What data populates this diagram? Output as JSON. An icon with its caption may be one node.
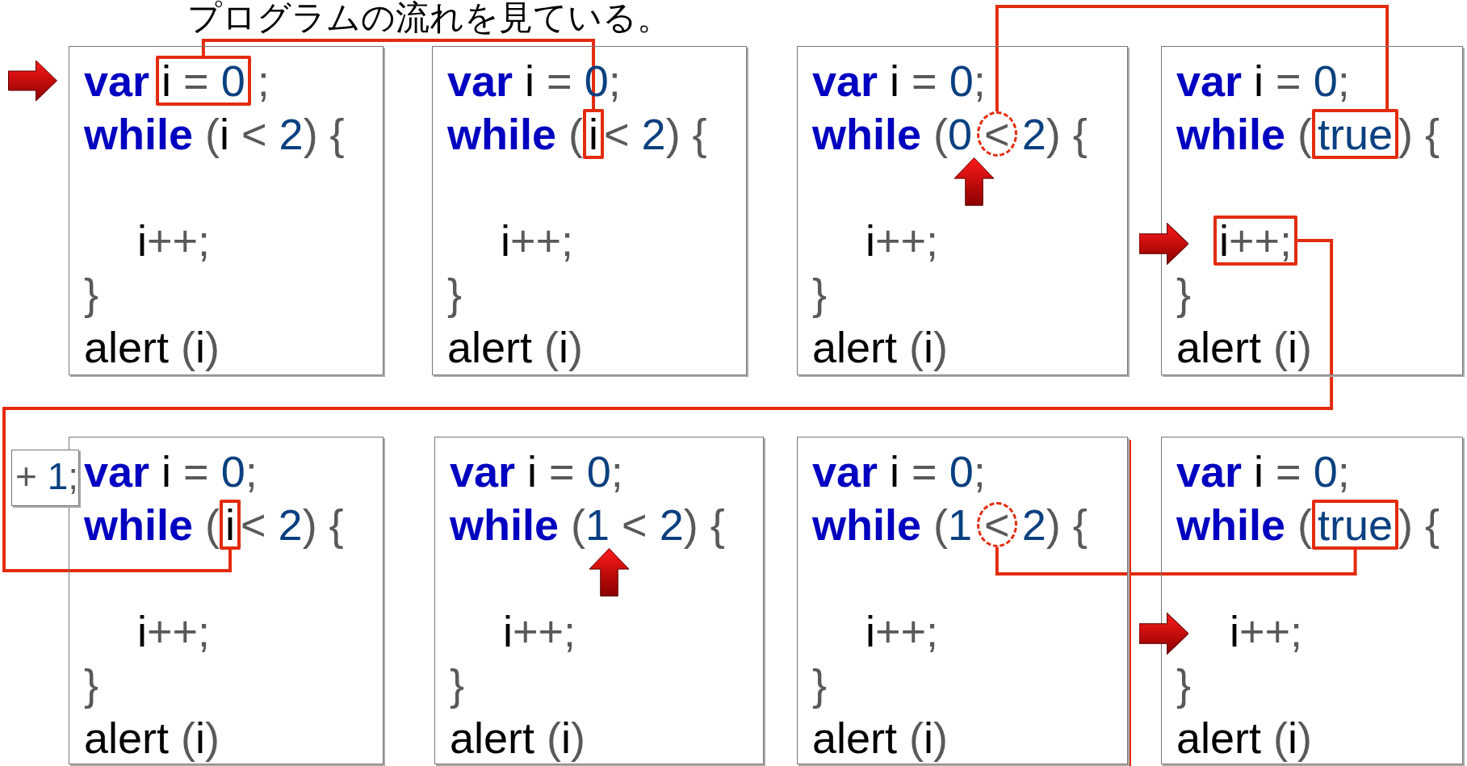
{
  "diagram": {
    "title": "プログラムの流れを見ている。",
    "nodes": [
      {
        "text": [
          "**var**",
          ";",
          "**while** (i < 2) {",
          "i++;",
          "}",
          "alert (i)"
        ]
      },
      {
        "text": [
          "i = 0"
        ],
        "in": 0
      },
      {
        "text": [
          "**var** i = 0;",
          "**while** (",
          "< 2) {",
          "i++;",
          "}",
          "alert (i)"
        ]
      },
      {
        "text": [
          "i"
        ],
        "in": 2
      },
      {
        "text": [
          "**var** i = 0;",
          "**while** (0",
          "2) {",
          "i++;",
          "}",
          "alert (i)"
        ]
      },
      {
        "text": [
          "<"
        ],
        "in": 4
      },
      {
        "text": [
          "**var** i = 0;",
          "**while** (",
          ") {",
          "}",
          "alert (i)"
        ]
      },
      {
        "text": [
          "true"
        ],
        "in": 6
      },
      {
        "text": [
          "i++;"
        ],
        "in": 6
      },
      {
        "text": [
          "+ 1;"
        ]
      },
      {
        "text": [
          "**var** i = 0;",
          "**while** (",
          "< 2) {",
          "i++;",
          "}",
          "alert (i)"
        ]
      },
      {
        "text": [
          "i"
        ],
        "in": 10
      },
      {
        "text": [
          "**var** i = 0;",
          "**while** (1 < 2) {",
          "i++;",
          "}",
          "alert (i)"
        ]
      },
      {
        "text": [
          "**var** i = 0;",
          "**while** (1",
          "2) {",
          "i++;",
          "}",
          "alert (i)"
        ]
      },
      {
        "text": [
          "<"
        ],
        "in": 13
      },
      {
        "text": [
          "**var** i = 0;",
          "**while** (",
          ") {",
          "i++;",
          "}",
          "alert (i)"
        ]
      },
      {
        "text": [
          "true"
        ],
        "in": 15
      }
    ],
    "edges": [
      {
        "from": 1,
        "to": 3,
        "arrow": "none"
      },
      {
        "from": 5,
        "to": 7,
        "arrow": "none"
      },
      {
        "from": 8,
        "to": 11,
        "arrow": "none"
      },
      {
        "from": 14,
        "to": 16,
        "arrow": "none"
      }
    ]
  }
}
